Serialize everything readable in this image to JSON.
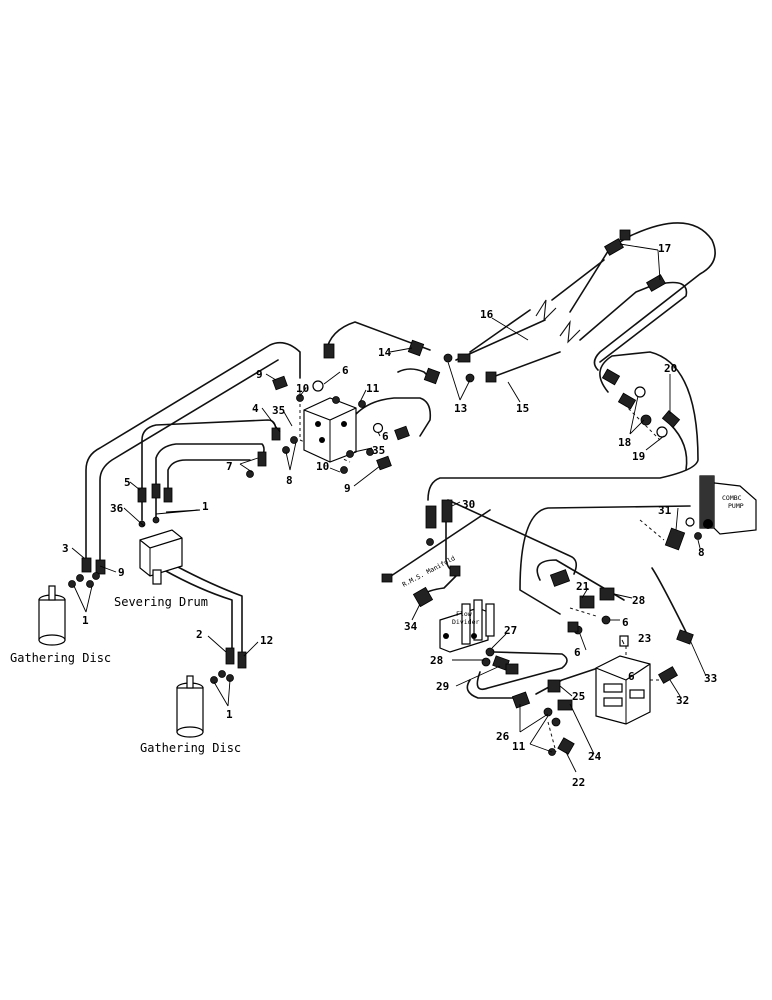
{
  "labels": {
    "severing_drum": "Severing Drum",
    "gathering_disc_left": "Gathering Disc",
    "gathering_disc_bottom": "Gathering Disc",
    "rms_manifold": "R.M.S. Manifold",
    "flow_divider_line1": "Flow",
    "flow_divider_line2": "Divider",
    "pump_line1": "COMBC",
    "pump_line2": "PUMP"
  },
  "callouts": {
    "c1a": "1",
    "c1b": "1",
    "c1c": "1",
    "c2": "2",
    "c3": "3",
    "c4": "4",
    "c5": "5",
    "c6a": "6",
    "c6b": "6",
    "c6c": "6",
    "c6d": "6",
    "c6e": "6",
    "c7": "7",
    "c8a": "8",
    "c8b": "8",
    "c9a": "9",
    "c9b": "9",
    "c9c": "9",
    "c10a": "10",
    "c10b": "10",
    "c11a": "11",
    "c11b": "11",
    "c12": "12",
    "c13": "13",
    "c14": "14",
    "c15": "15",
    "c16": "16",
    "c17": "17",
    "c18": "18",
    "c19": "19",
    "c20": "20",
    "c21": "21",
    "c22": "22",
    "c23": "23",
    "c24": "24",
    "c25": "25",
    "c26": "26",
    "c27": "27",
    "c28a": "28",
    "c28b": "28",
    "c29": "29",
    "c30": "30",
    "c31": "31",
    "c32": "32",
    "c33": "33",
    "c34": "34",
    "c35a": "35",
    "c35b": "35",
    "c36": "36"
  }
}
